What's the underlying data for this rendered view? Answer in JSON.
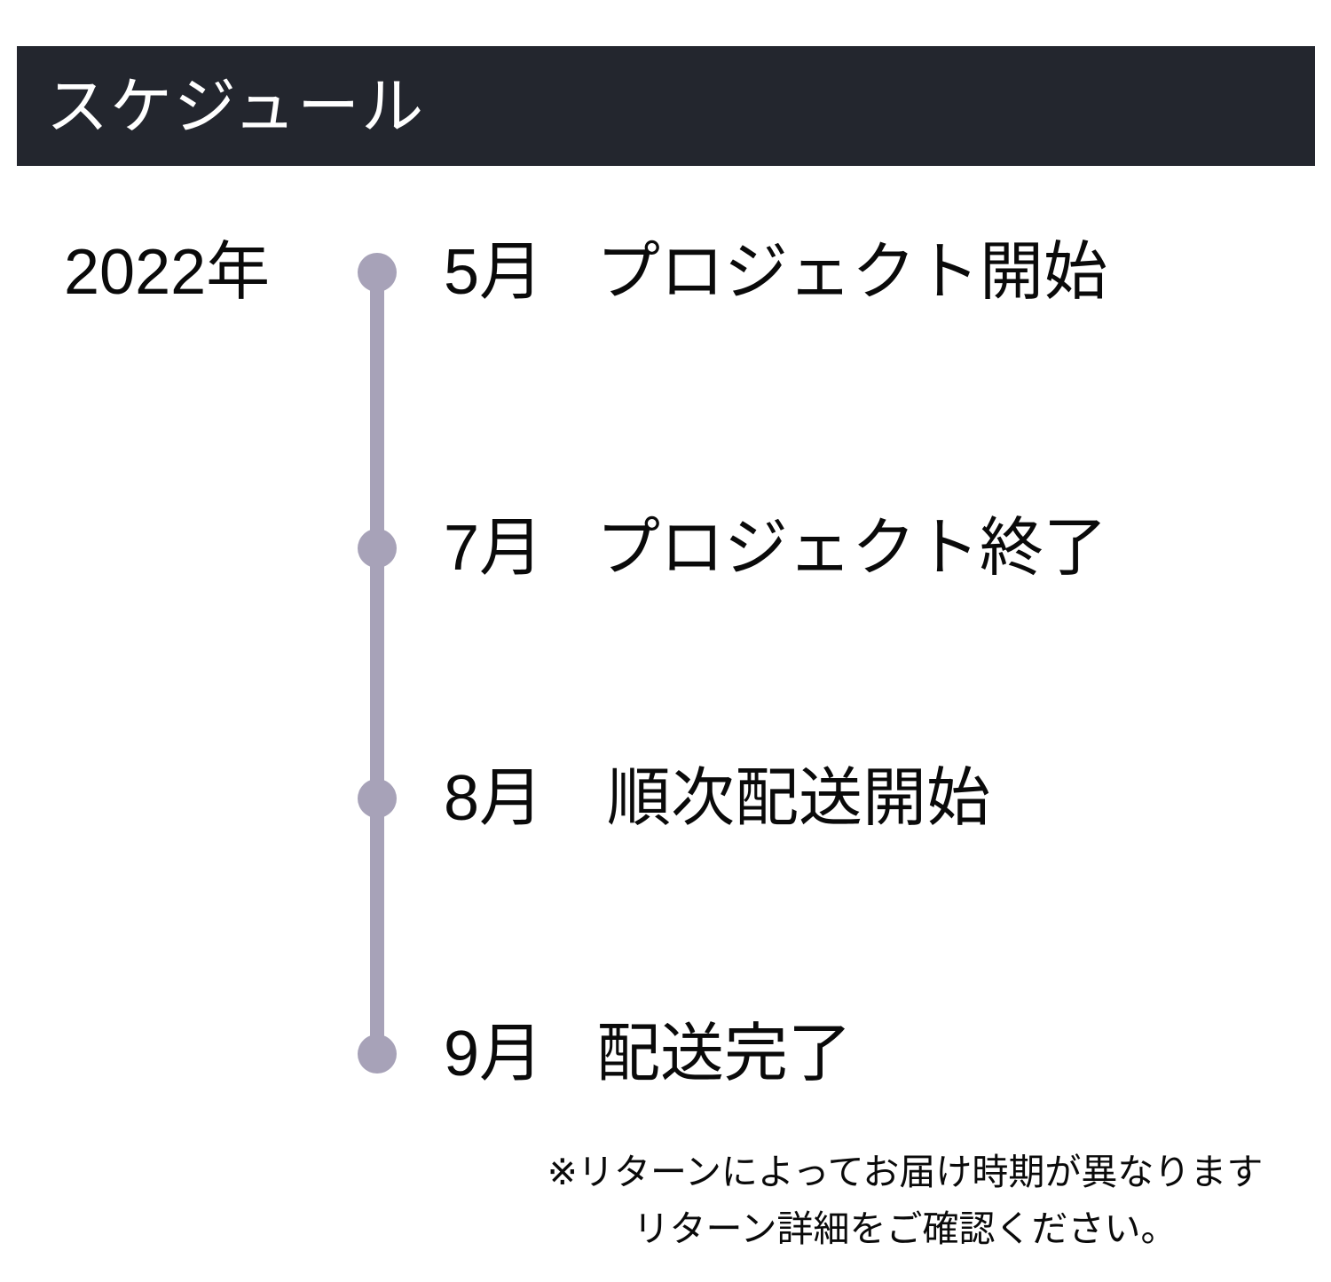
{
  "header": {
    "title": "スケジュール",
    "bg_color": "#23262e",
    "text_color": "#ffffff"
  },
  "timeline": {
    "year": "2022年",
    "accent_color": "#a7a2b8",
    "items": [
      {
        "month": "5月",
        "label": "プロジェクト開始"
      },
      {
        "month": "7月",
        "label": "プロジェクト終了"
      },
      {
        "month": "8月",
        "label": "順次配送開始"
      },
      {
        "month": "9月",
        "label": "配送完了"
      }
    ]
  },
  "footnote": {
    "line1": "※リターンによってお届け時期が異なります",
    "line2": "リターン詳細をご確認ください。"
  }
}
